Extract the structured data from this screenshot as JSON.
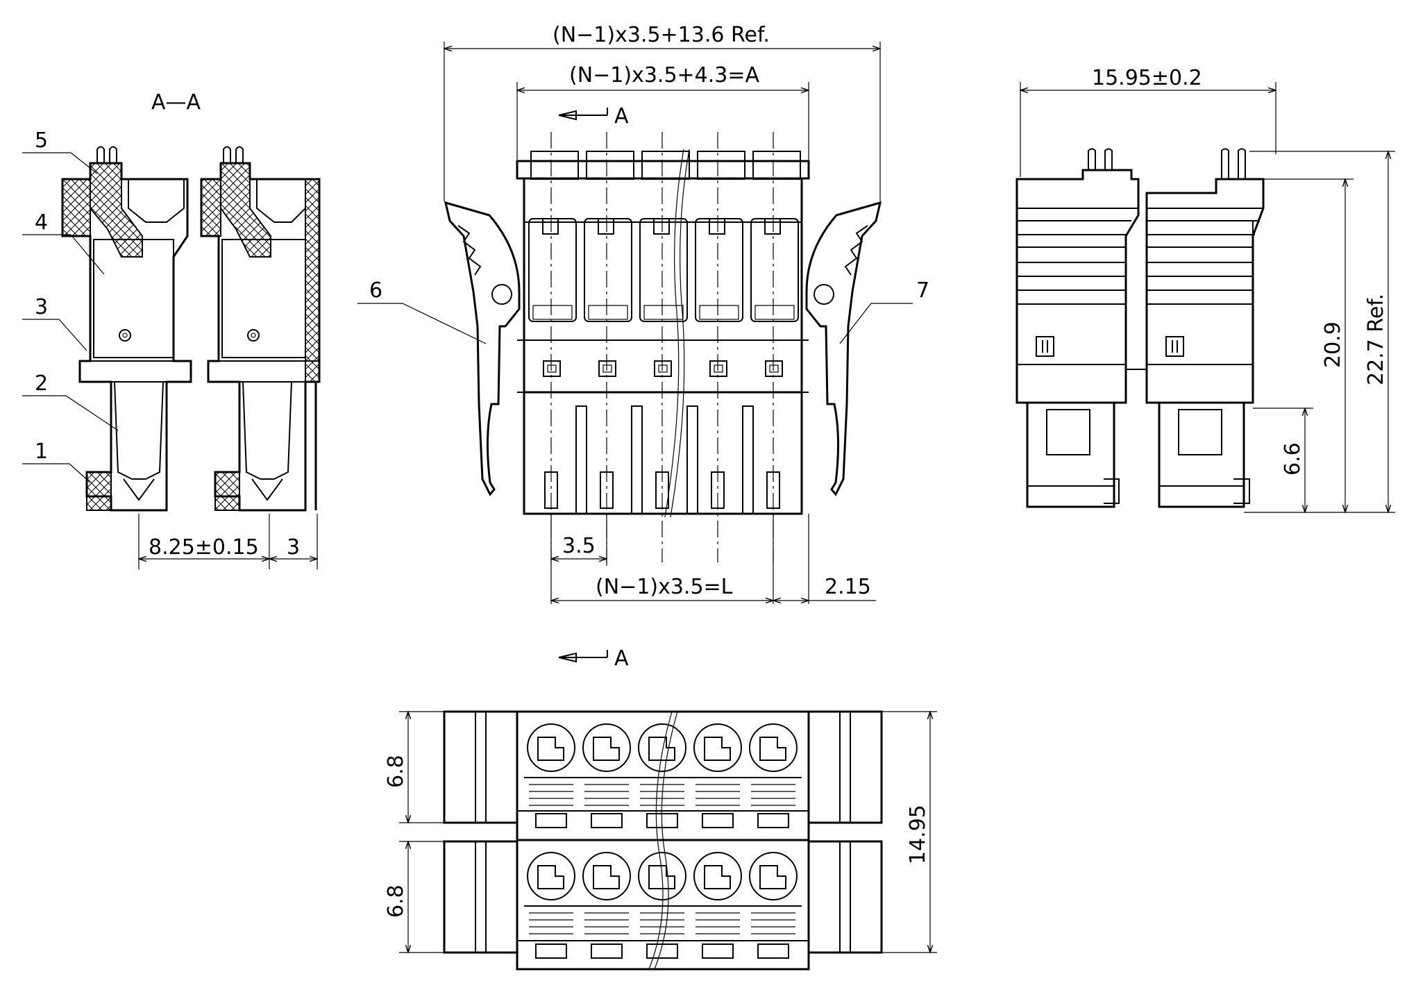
{
  "section_label": "A—A",
  "section_arrow_label": "A",
  "balloons": [
    "1",
    "2",
    "3",
    "4",
    "5",
    "6",
    "7"
  ],
  "dimensions": {
    "overall_ref": "(N−1)x3.5+13.6  Ref.",
    "body_a": "(N−1)x3.5+4.3=A",
    "pitch": "3.5",
    "length_l": "(N−1)x3.5=L",
    "offset": "2.15",
    "section_width": "8.25±0.15",
    "section_side": "3",
    "side_width": "15.95±0.2",
    "side_height": "20.9",
    "side_ref": "22.7  Ref.",
    "side_lower": "6.6",
    "bottom_upper": "6.8",
    "bottom_lower": "6.8",
    "bottom_total": "14.95"
  }
}
